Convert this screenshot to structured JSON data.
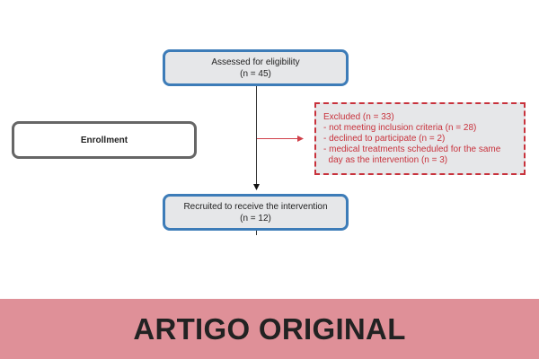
{
  "diagram": {
    "assessed": {
      "title": "Assessed for eligibility",
      "count": "(n = 45)"
    },
    "enrollment": {
      "label": "Enrollment"
    },
    "excluded": {
      "title": "Excluded (n = 33)",
      "reasons": [
        "- not meeting inclusion criteria (n = 28)",
        "- declined to participate (n = 2)",
        "- medical treatments scheduled for the same",
        "  day as the intervention (n = 3)"
      ]
    },
    "recruited": {
      "title": "Recruited to receive the intervention",
      "count": "(n = 12)"
    }
  },
  "banner": {
    "label": "ARTIGO ORIGINAL"
  },
  "colors": {
    "blue_border": "#3d7cb8",
    "red": "#c8323c",
    "banner": "#df9098"
  }
}
